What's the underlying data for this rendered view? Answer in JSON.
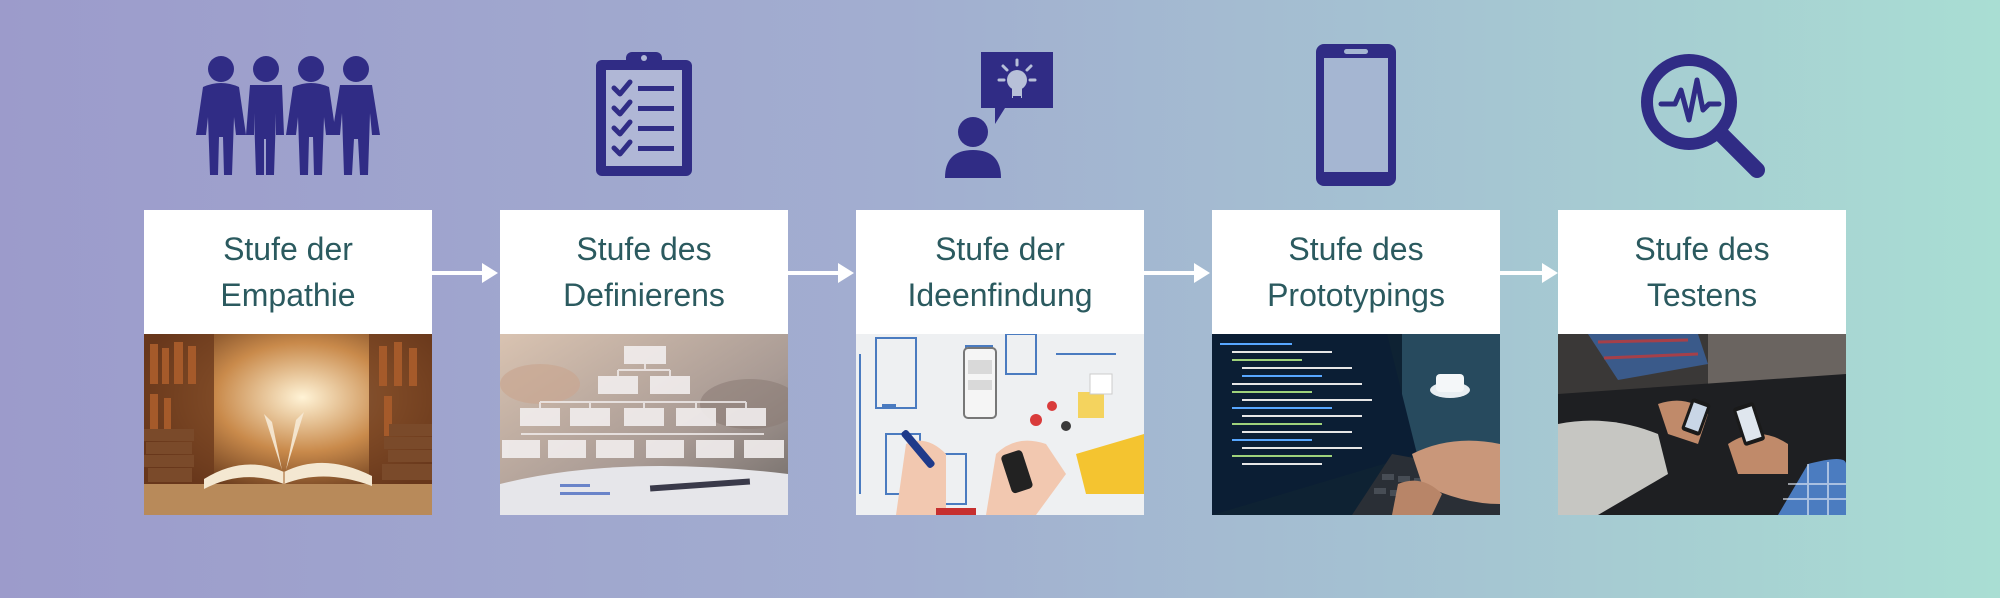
{
  "colors": {
    "icon": "#302c85",
    "label_text": "#2b5a5f",
    "arrow": "#ffffff"
  },
  "stages": [
    {
      "label": "Stufe der\nEmpathie",
      "icon": "people-group-icon",
      "photo": "library-books-photo"
    },
    {
      "label": "Stufe des\nDefinierens",
      "icon": "clipboard-checklist-icon",
      "photo": "org-chart-hierarchy-photo"
    },
    {
      "label": "Stufe der\nIdeenfindung",
      "icon": "person-idea-bubble-icon",
      "photo": "wireframe-sketching-photo"
    },
    {
      "label": "Stufe des\nPrototypings",
      "icon": "smartphone-icon",
      "photo": "laptop-code-photo"
    },
    {
      "label": "Stufe des\nTestens",
      "icon": "magnifier-pulse-icon",
      "photo": "phone-testing-photo"
    }
  ]
}
